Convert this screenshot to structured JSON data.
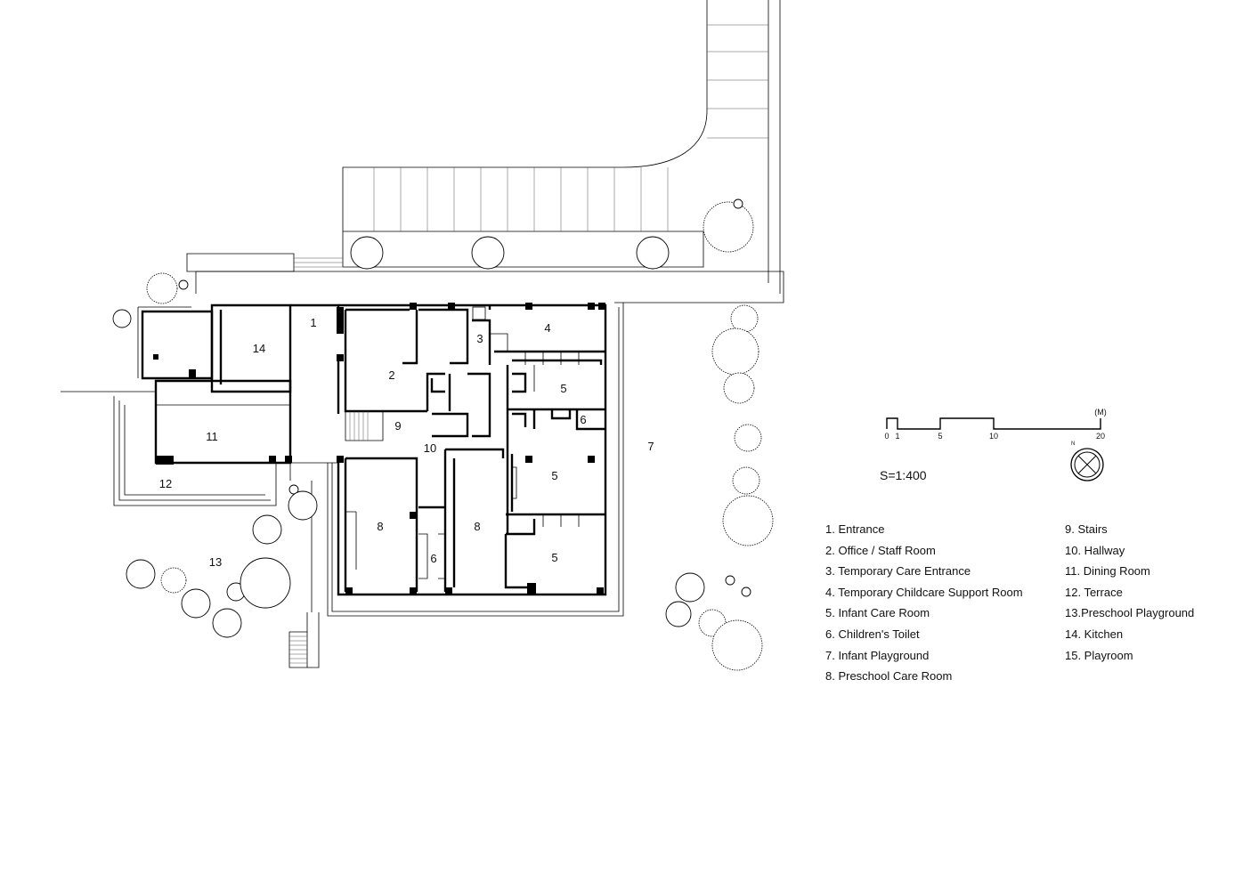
{
  "room_labels": {
    "r1": "1",
    "r2": "2",
    "r3": "3",
    "r4": "4",
    "r5a": "5",
    "r5b": "5",
    "r5c": "5",
    "r6a": "6",
    "r6b": "6",
    "r7": "7",
    "r8a": "8",
    "r8b": "8",
    "r9": "9",
    "r10": "10",
    "r11": "11",
    "r12": "12",
    "r13": "13",
    "r14": "14"
  },
  "scale_bar": {
    "unit": "(M)",
    "ticks": [
      "0",
      "1",
      "5",
      "10",
      "20"
    ],
    "ratio": "S=1:400"
  },
  "north_icon": "north-arrow-icon",
  "legend": {
    "left": [
      "1. Entrance",
      "2. Office / Staff Room",
      "3. Temporary Care Entrance",
      "4. Temporary Childcare Support Room",
      "5. Infant Care Room",
      "6. Children's Toilet",
      "7. Infant Playground",
      "8. Preschool Care Room"
    ],
    "right": [
      "9. Stairs",
      "10. Hallway",
      "11. Dining Room",
      "12. Terrace",
      "13.Preschool Playground",
      "14. Kitchen",
      "15. Playroom"
    ]
  }
}
